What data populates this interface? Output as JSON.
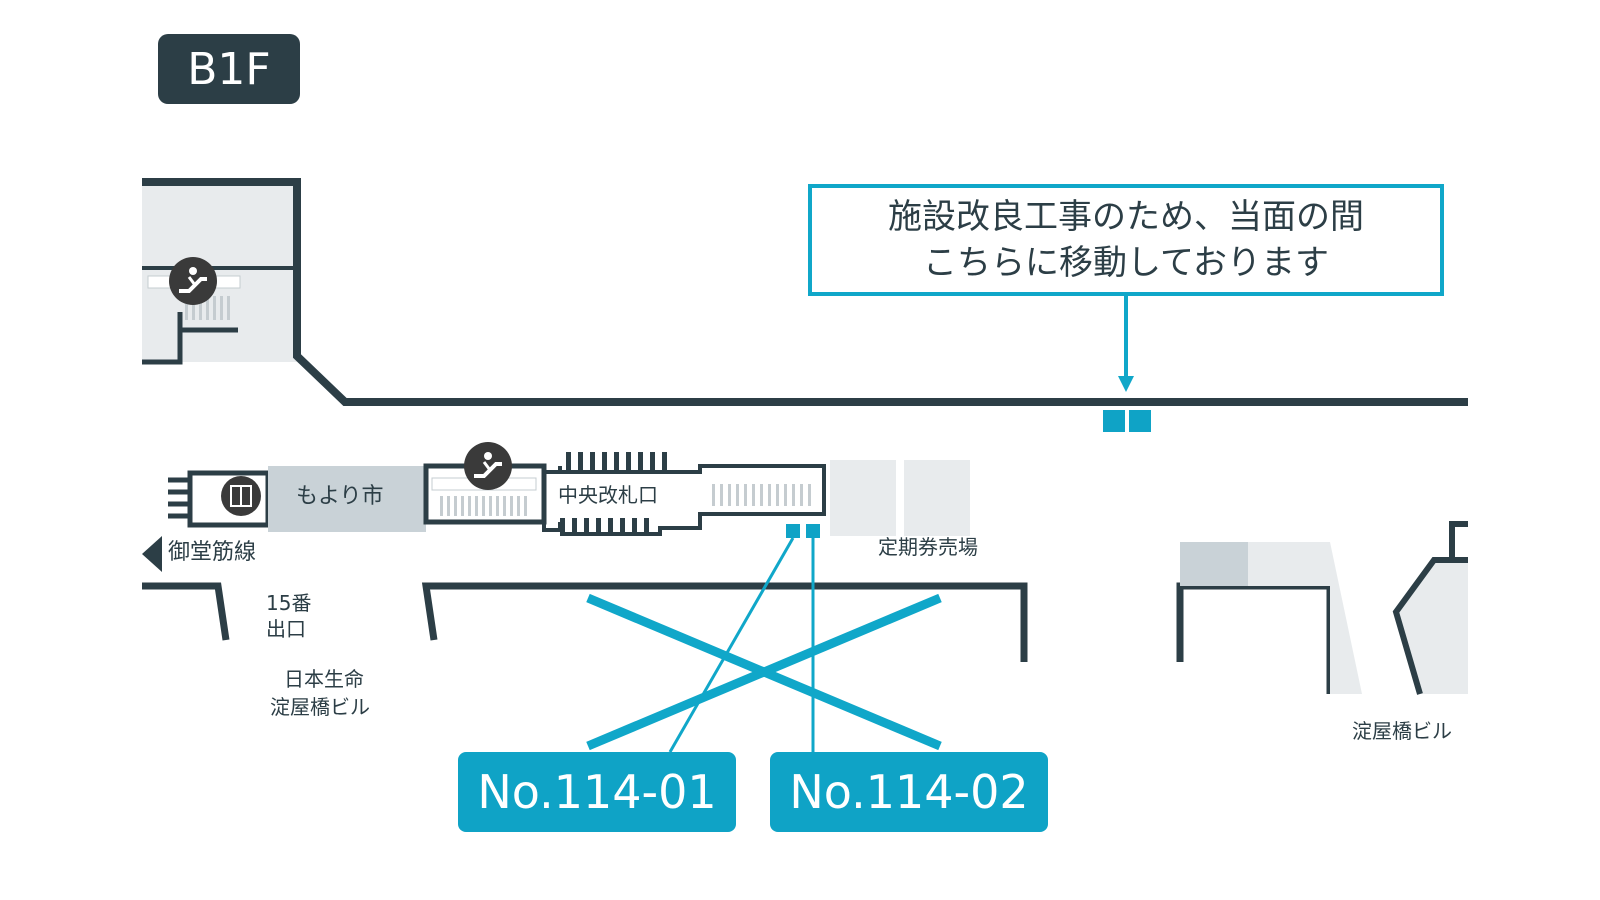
{
  "floor": "B1F",
  "notice": {
    "line1": "施設改良工事のため、当面の間",
    "line2": "こちらに移動しております"
  },
  "labels": {
    "moyori_ichi": "もより市",
    "central_gate": "中央改札口",
    "midosuji_line": "御堂筋線",
    "exit15_line1": "15番",
    "exit15_line2": "出口",
    "nissay_line1": "日本生命",
    "nissay_line2": "淀屋橋ビル",
    "commuter_pass": "定期券売場",
    "yodoyabashi_bldg": "淀屋橋ビル"
  },
  "lockers": [
    {
      "id": "No.114-01",
      "status": "moved"
    },
    {
      "id": "No.114-02",
      "status": "moved"
    }
  ],
  "colors": {
    "wall": "#2c3e46",
    "accent": "#10a7c9",
    "locker_box": "#0fa3c6",
    "room": "#e8ebed",
    "shaded_room": "#c9d2d7"
  },
  "icons": [
    "escalator-icon",
    "escalator-icon",
    "elevator-icon",
    "left-arrow-icon"
  ]
}
